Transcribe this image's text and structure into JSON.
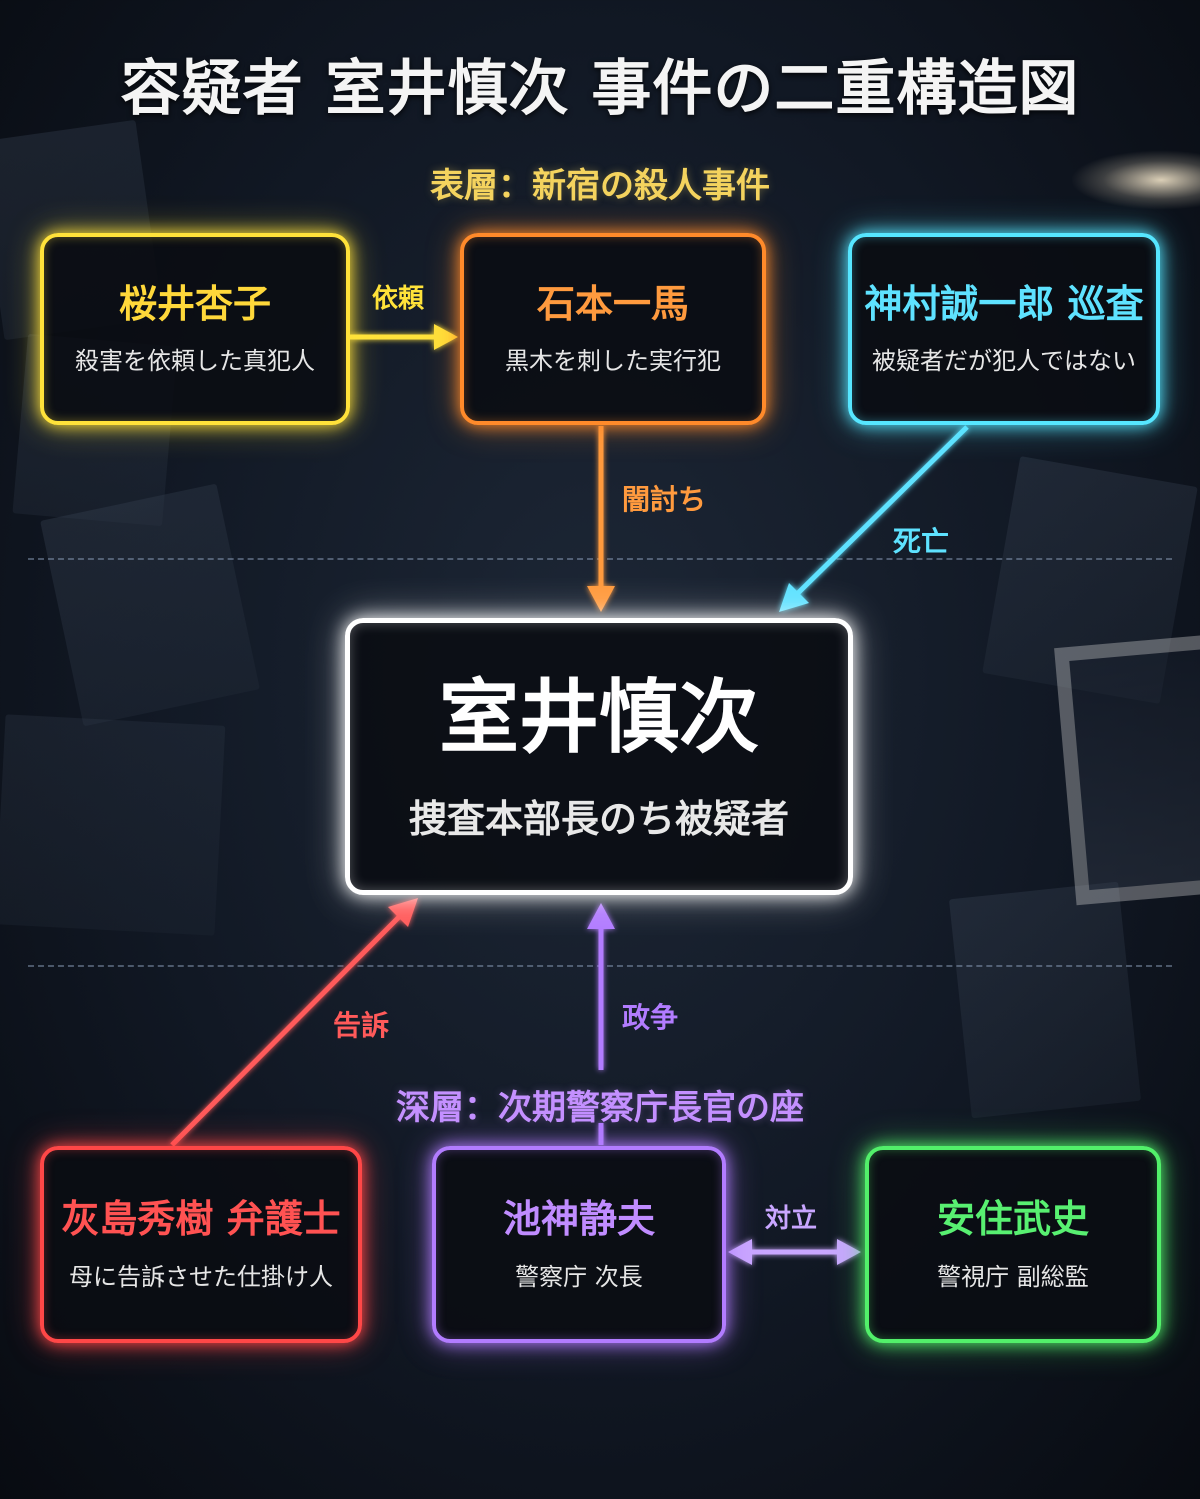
{
  "title": "容疑者 室井慎次 事件の二重構造図",
  "layers": {
    "surface": "表層：新宿の殺人事件",
    "deep": "深層：次期警察庁長官の座"
  },
  "nodes": {
    "sakurai": {
      "name": "桜井杏子",
      "role": "殺害を依頼した真犯人",
      "color": "#ffe23a"
    },
    "ishimoto": {
      "name": "石本一馬",
      "role": "黒木を刺した実行犯",
      "color": "#ff8a2a"
    },
    "kamimura": {
      "name": "神村誠一郎 巡査",
      "role": "被疑者だが犯人ではない",
      "color": "#56e6ff"
    },
    "muroi": {
      "name": "室井慎次",
      "role": "捜査本部長のち被疑者",
      "color": "#ffffff"
    },
    "haijima": {
      "name": "灰島秀樹 弁護士",
      "role": "母に告訴させた仕掛け人",
      "color": "#ff4747"
    },
    "ikegami": {
      "name": "池神静夫",
      "role": "警察庁 次長",
      "color": "#b27cff"
    },
    "azumi": {
      "name": "安住武史",
      "role": "警視庁 副総監",
      "color": "#52f06a"
    }
  },
  "edges": {
    "irai": {
      "label": "依頼",
      "color": "#ffe23a"
    },
    "yamiuchi": {
      "label": "闇討ち",
      "color": "#ff9a3e"
    },
    "shibou": {
      "label": "死亡",
      "color": "#5ee2ff"
    },
    "kokuso": {
      "label": "告訴",
      "color": "#ff5a5a"
    },
    "seisou": {
      "label": "政争",
      "color": "#b27cff"
    },
    "tairitsu": {
      "label": "対立",
      "color": "#c9a6ff"
    }
  }
}
